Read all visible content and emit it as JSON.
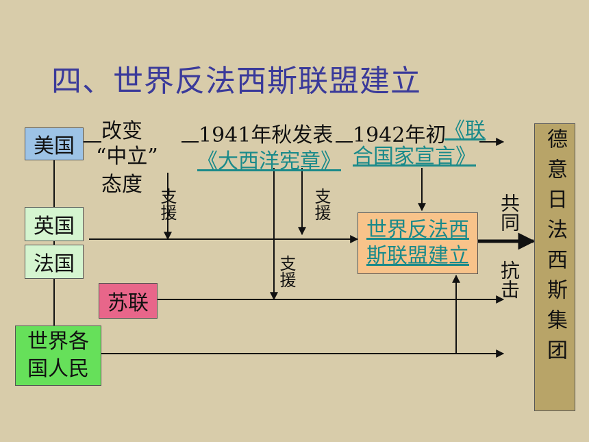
{
  "title": "四、世界反法西斯联盟建立",
  "countries": {
    "usa": "美国",
    "uk": "英国",
    "france": "法国",
    "ussr": "苏联",
    "people": "世界各国人民"
  },
  "steps": {
    "change_1": "改变",
    "change_2": "“中立”",
    "change_3": "态度",
    "charter_date": "1941年秋发表",
    "charter_name": "《大西洋宪章》",
    "declaration_date": "1942年初",
    "declaration_name": "《联合国家宣言》"
  },
  "support_label": "支援",
  "alliance": "世界反法西斯联盟建立",
  "joint_1": "共同",
  "joint_2": "抗击",
  "axis": "德意日法西斯集团",
  "colors": {
    "usa_box": "#9dc3e6",
    "uk_box": "#d5f5d0",
    "france_box": "#d5f5d0",
    "ussr_box": "#e8668a",
    "people_box": "#66e05a",
    "alliance_box": "#f8c38a",
    "axis_box": "#b8a468",
    "link_text": "#1a8a8a",
    "title_text": "#3a3a9a"
  }
}
